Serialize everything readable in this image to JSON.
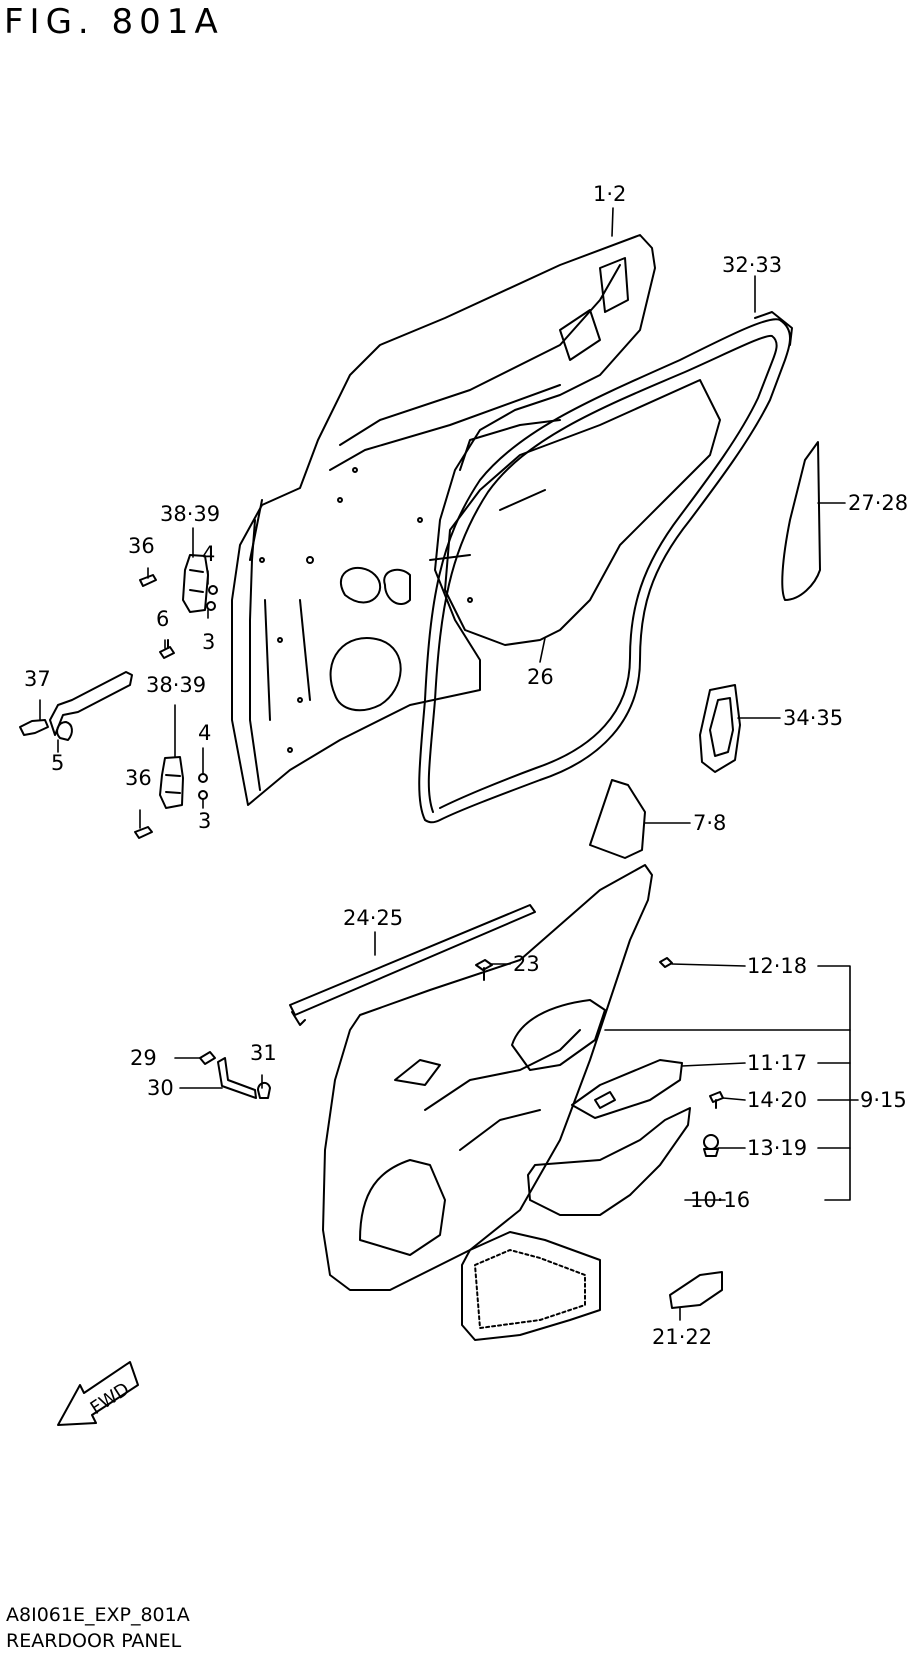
{
  "figure": {
    "title": "FIG. 801A",
    "code": "A8I061E_EXP_801A",
    "name": "REARDOOR PANEL"
  },
  "fwd_label": "FWD",
  "callouts": {
    "c1": "1·2",
    "c32": "32·33",
    "c27": "27·28",
    "c26": "26",
    "c38a": "38·39",
    "c36a": "36",
    "c4a": "4",
    "c6": "6",
    "c3a": "3",
    "c37": "37",
    "c5": "5",
    "c38b": "38·39",
    "c4b": "4",
    "c36b": "36",
    "c3b": "3",
    "c34": "34·35",
    "c7": "7·8",
    "c24": "24·25",
    "c23": "23",
    "c12": "12·18",
    "c29": "29",
    "c31": "31",
    "c30": "30",
    "c11": "11·17",
    "c9": "9·15",
    "c14": "14·20",
    "c13": "13·19",
    "c10": "10·16",
    "c21": "21·22"
  }
}
